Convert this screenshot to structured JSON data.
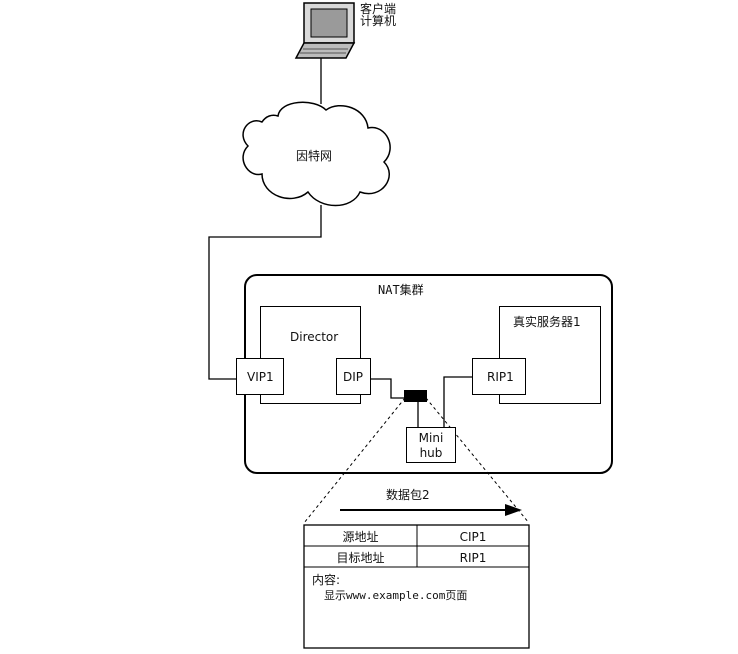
{
  "client": {
    "label_line1": "客户端",
    "label_line2": "计算机"
  },
  "internet": {
    "label": "因特网"
  },
  "cluster": {
    "title": "NAT集群",
    "director": {
      "label": "Director",
      "vip": "VIP1",
      "dip": "DIP"
    },
    "real_server": {
      "label": "真实服务器1",
      "rip": "RIP1"
    },
    "hub": {
      "line1": "Mini",
      "line2": "hub"
    }
  },
  "packet": {
    "title": "数据包2",
    "rows": [
      {
        "field": "源地址",
        "value": "CIP1"
      },
      {
        "field": "目标地址",
        "value": "RIP1"
      }
    ],
    "content_label": "内容:",
    "content_value": "显示www.example.com页面"
  }
}
